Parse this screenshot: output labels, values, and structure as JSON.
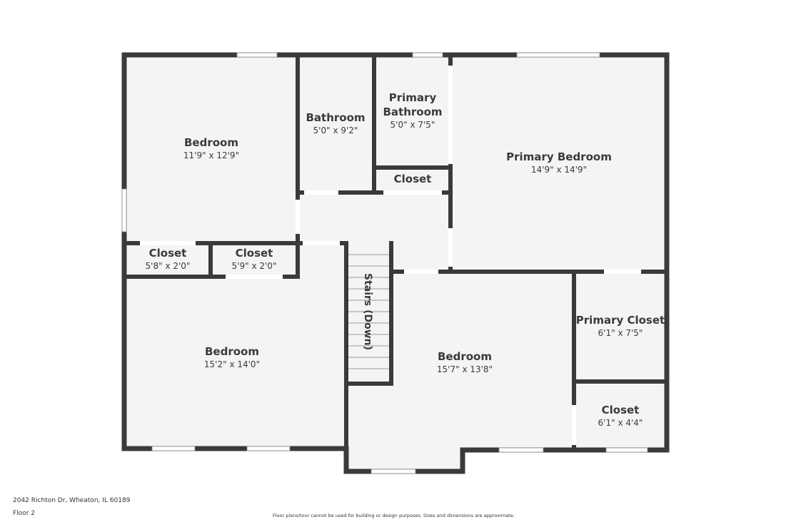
{
  "rooms": {
    "bedroom_nw": {
      "name": "Bedroom",
      "dims": "11'9\" x 12'9\""
    },
    "bathroom": {
      "name": "Bathroom",
      "dims": "5'0\" x 9'2\""
    },
    "primary_bathroom": {
      "name_line1": "Primary",
      "name_line2": "Bathroom",
      "dims": "5'0\" x 7'5\""
    },
    "closet_center": {
      "name": "Closet"
    },
    "primary_bedroom": {
      "name": "Primary Bedroom",
      "dims": "14'9\" x 14'9\""
    },
    "closet_left": {
      "name": "Closet",
      "dims": "5'8\" x 2'0\""
    },
    "closet_mid": {
      "name": "Closet",
      "dims": "5'9\" x 2'0\""
    },
    "bedroom_sw": {
      "name": "Bedroom",
      "dims": "15'2\" x 14'0\""
    },
    "stairs": {
      "name": "Stairs (Down)"
    },
    "bedroom_s": {
      "name": "Bedroom",
      "dims": "15'7\" x 13'8\""
    },
    "primary_closet": {
      "name": "Primary Closet",
      "dims": "6'1\" x 7'5\""
    },
    "closet_se": {
      "name": "Closet",
      "dims": "6'1\" x 4'4\""
    }
  },
  "footer": {
    "address": "2042 Richton Dr, Wheaton, IL 60189",
    "floor": "Floor 2",
    "disclaimer": "Floor plans/tour cannot be used for building or design purposes. Sizes and dimensions are approximate."
  },
  "colors": {
    "wall": "#3a3a3a",
    "floor": "#f4f4f4",
    "window": "#ffffff"
  }
}
